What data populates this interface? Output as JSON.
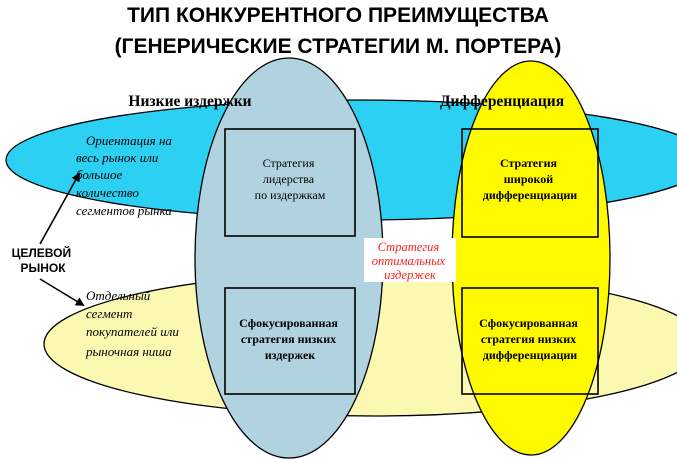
{
  "title": {
    "line1": "ТИП КОНКУРЕНТНОГО ПРЕИМУЩЕСТВА",
    "line2": "(ГЕНЕРИЧЕСКИЕ СТРАТЕГИИ М. ПОРТЕРА)"
  },
  "column_headers": {
    "low_cost": "Низкие издержки",
    "differentiation": "Дифференциация"
  },
  "row_labels": {
    "broad": [
      "Ориентация на",
      "весь рынок или",
      "большое",
      "количество",
      "сегментов рынка"
    ],
    "narrow": [
      "Отдельный",
      "сегмент",
      "покупателей или",
      "рыночная ниша"
    ]
  },
  "target_market_label": [
    "ЦЕЛЕВОЙ",
    "РЫНОК"
  ],
  "strategies": {
    "cost_leadership": [
      "Стратегия",
      "лидерства",
      "по издержкам"
    ],
    "broad_differentiation": [
      "Стратегия",
      "широкой",
      "дифференциации"
    ],
    "focused_low_cost": [
      "Сфокусированная",
      "стратегия низких",
      "издержек"
    ],
    "focused_differentiation": [
      "Сфокусированная",
      "стратегия низких",
      "дифференциации"
    ]
  },
  "optimal_cost": [
    "Стратегия",
    "оптимальных",
    "издержек"
  ],
  "colors": {
    "broad_ellipse": "#2cd0f2",
    "narrow_ellipse": "#fbf8b2",
    "low_cost_ellipse": "#b1d3df",
    "differentiation_ellipse": "#fffa00",
    "optimal_cost_text": "#ff1f1f",
    "outline": "#000000"
  }
}
